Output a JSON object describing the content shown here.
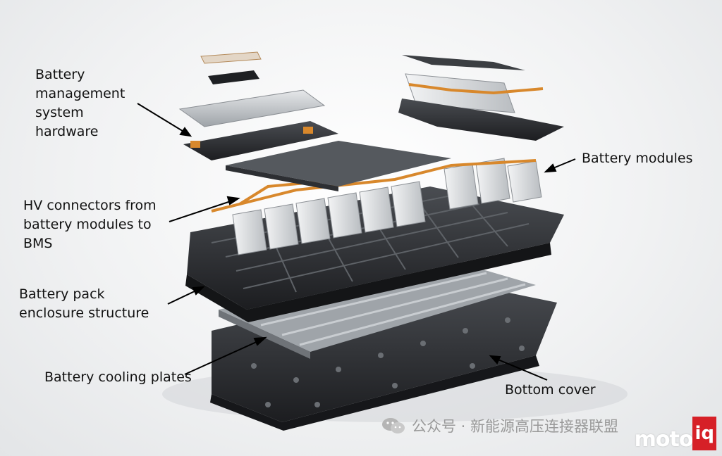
{
  "labels": {
    "bms": [
      "Battery",
      "management",
      "system",
      "hardware"
    ],
    "hv": [
      "HV connectors from",
      "battery modules to",
      "BMS"
    ],
    "enclosure": [
      "Battery pack",
      "enclosure structure"
    ],
    "cooling": "Battery cooling plates",
    "modules": "Battery modules",
    "bottom": "Bottom cover"
  },
  "watermark": "公众号 · 新能源高压连接器联盟",
  "logo": {
    "text": "moto",
    "badge": "iq"
  },
  "colors": {
    "accent": "#d62027",
    "copper": "#d8882c",
    "dark": "#2b2d30",
    "steel": "#b8bcc0"
  }
}
